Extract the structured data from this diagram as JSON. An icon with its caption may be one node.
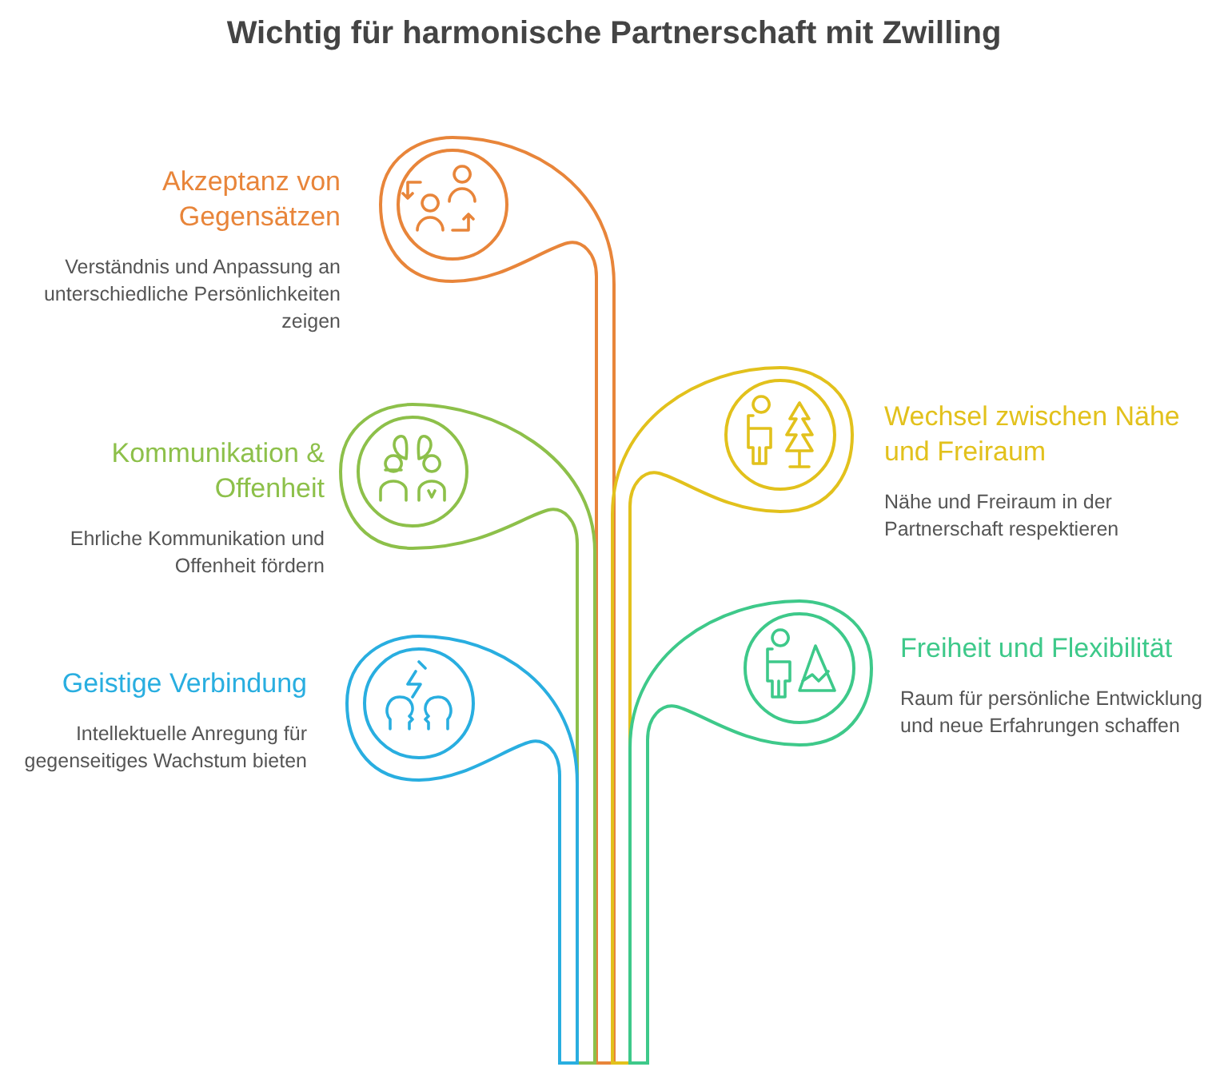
{
  "diagram": {
    "title": "Wichtig für harmonische Partnerschaft mit Zwilling",
    "nodes": [
      {
        "text": [
          "Akzeptanz von Gegensätzen",
          "Verständnis und Anpassung an unterschiedliche Persönlichkeiten zeigen"
        ]
      },
      {
        "text": [
          "Wechsel zwischen Nähe und Freiraum",
          "Nähe und Freiraum in der Partnerschaft respektieren"
        ]
      },
      {
        "text": [
          "Kommunikation & Offenheit",
          "Ehrliche Kommunikation und Offenheit fördern"
        ]
      },
      {
        "text": [
          "Freiheit und Flexibilität",
          "Raum für persönliche Entwicklung und neue Erfahrungen schaffen"
        ]
      },
      {
        "text": [
          "Geistige Verbindung",
          "Intellektuelle Anregung für gegenseitiges Wachstum bieten"
        ]
      }
    ]
  }
}
